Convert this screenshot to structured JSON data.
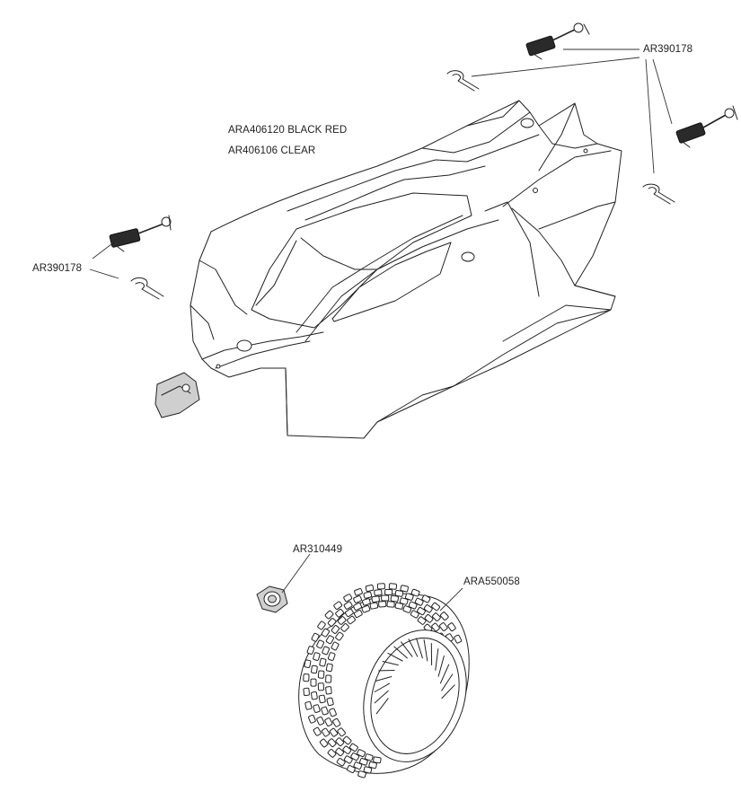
{
  "labels": {
    "body_part": "ARA406120 BLACK RED",
    "body_part_alt": "AR406106 CLEAR",
    "body_mount_left": "AR390178",
    "body_mount_right": "AR390178",
    "nut": "AR310449",
    "tire": "ARA550058"
  }
}
